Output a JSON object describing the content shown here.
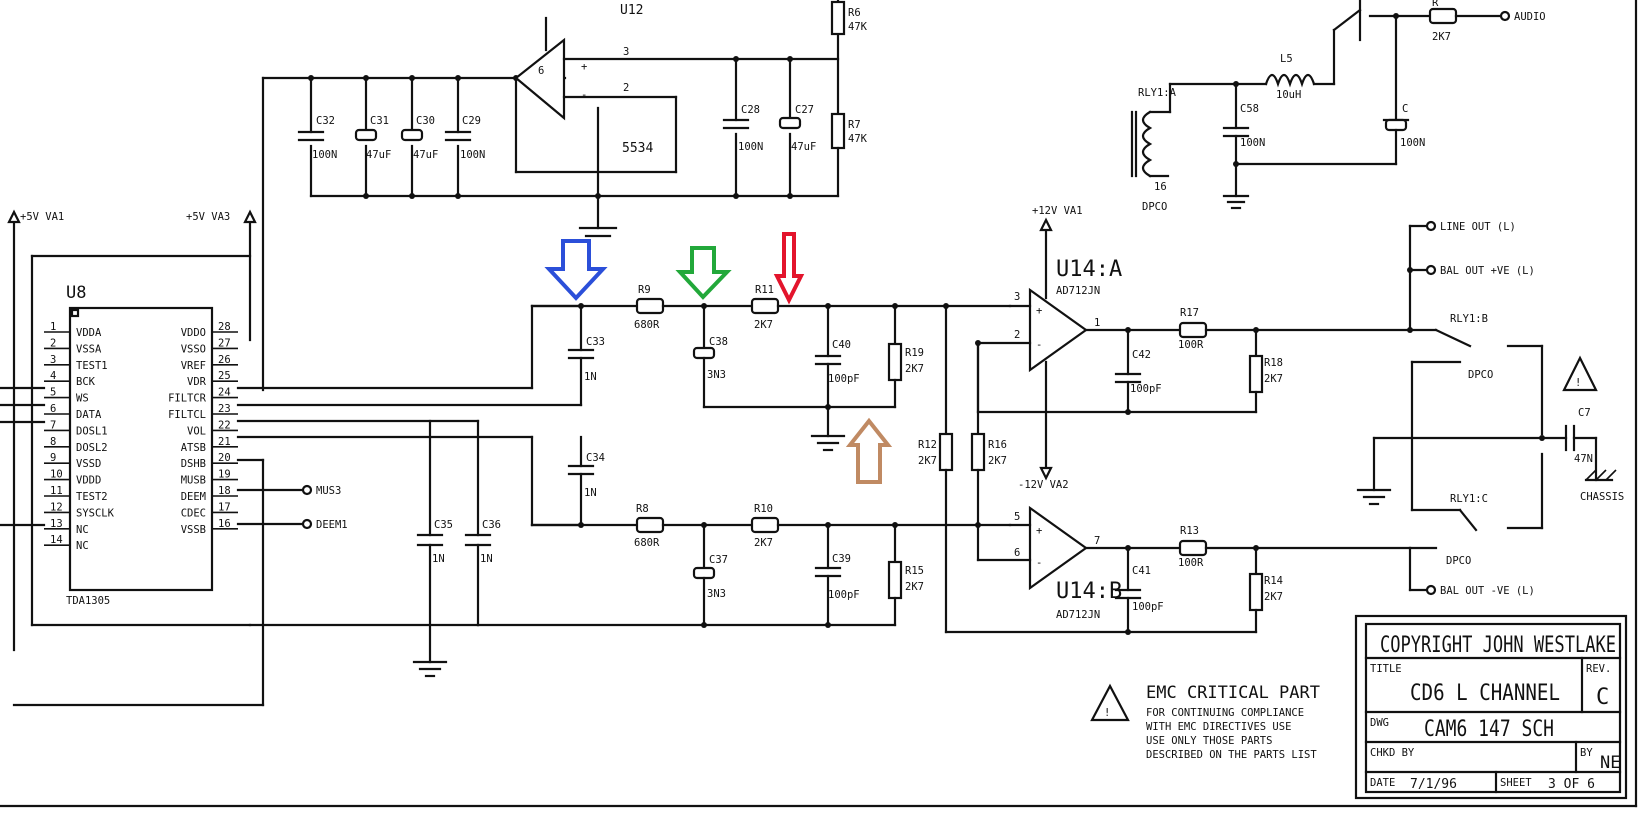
{
  "schematic": {
    "labels": {
      "pwr_5v_va1": "+5V VA1",
      "pwr_5v_va3": "+5V VA3",
      "pwr_12v_va1": "+12V VA1",
      "pwr_m12v_va2": "-12V VA2",
      "u8": "U8",
      "u8_part": "TDA1305",
      "u12": "U12",
      "u12_part": "5534",
      "u14a": "U14:A",
      "u14b": "U14:B",
      "u14_part": "AD712JN",
      "rly1a": "RLY1:A",
      "rly1b": "RLY1:B",
      "rly1c": "RLY1:C",
      "dpco": "DPCO",
      "l5": "L5",
      "l5_val": "10uH",
      "chassis": "CHASSIS",
      "c7_val": "47N",
      "mus3": "MUS3",
      "dem1": "DEEM1",
      "audio_out": "AUDIO",
      "line_out": "LINE OUT (L)",
      "bal_pos": "BAL OUT +VE (L)",
      "bal_neg": "BAL OUT -VE (L)",
      "emc_title": "EMC CRITICAL PART",
      "emc_line1": "FOR CONTINUING COMPLIANCE",
      "emc_line2": "WITH EMC DIRECTIVES USE",
      "emc_line3": "USE ONLY THOSE PARTS",
      "emc_line4": "DESCRIBED ON THE PARTS LIST"
    },
    "u8_pins_left": [
      "VDDA",
      "VSSA",
      "TEST1",
      "BCK",
      "WS",
      "DATA",
      "DOSL1",
      "DOSL2",
      "VSSD",
      "VDDD",
      "TEST2",
      "SYSCLK",
      "NC",
      "NC"
    ],
    "u8_pins_right": [
      "VDDO",
      "VSSO",
      "VREF",
      "VDR",
      "FILTCR",
      "FILTCL",
      "VOL",
      "ATSB",
      "DSHB",
      "MUSB",
      "DEEM",
      "CDEC",
      "VSSB"
    ],
    "u8_pin_nums_left": [
      "1",
      "2",
      "3",
      "4",
      "5",
      "6",
      "7",
      "8",
      "9",
      "10",
      "11",
      "12",
      "13",
      "14"
    ],
    "u8_pin_nums_right": [
      "28",
      "27",
      "26",
      "25",
      "24",
      "23",
      "22",
      "21",
      "20",
      "19",
      "18",
      "17",
      "16"
    ],
    "components": {
      "c32": "C32",
      "c32_val": "100N",
      "c31": "C31",
      "c31_val": "47uF",
      "c30": "C30",
      "c30_val": "47uF",
      "c29": "C29",
      "c29_val": "100N",
      "c28": "C28",
      "c28_val": "100N",
      "c27": "C27",
      "c27_val": "47uF",
      "r6": "R6",
      "r6_val": "47K",
      "r7": "R7",
      "r7_val": "47K",
      "c33": "C33",
      "c33_val": "1N",
      "c34": "C34",
      "c34_val": "1N",
      "c35": "C35",
      "c35_val": "1N",
      "c36": "C36",
      "c36_val": "1N",
      "r9": "R9",
      "r9_val": "680R",
      "r8": "R8",
      "r8_val": "680R",
      "c38": "C38",
      "c38_val": "3N3",
      "c37": "C37",
      "c37_val": "3N3",
      "r11": "R11",
      "r11_val": "2K7",
      "r10": "R10",
      "r10_val": "2K7",
      "c40": "C40",
      "c40_val": "100pF",
      "c39": "C39",
      "c39_val": "100pF",
      "r19": "R19",
      "r19_val": "2K7",
      "r15": "R15",
      "r15_val": "2K7",
      "r12": "R12",
      "r12_val": "2K7",
      "r16": "R16",
      "r16_val": "2K7",
      "r17": "R17",
      "r17_val": "100R",
      "r13": "R13",
      "r13_val": "100R",
      "c42": "C42",
      "c42_val": "100pF",
      "c41": "C41",
      "c41_val": "100pF",
      "r18": "R18",
      "r18_val": "2K7",
      "r14": "R14",
      "r14_val": "2K7",
      "c58": "C58",
      "c58_val": "100N",
      "c_top": "C",
      "c_top_val": "100N",
      "r_top": "R",
      "r_top_val": "2K7",
      "c7": "C7"
    },
    "title_block": {
      "copyright": "COPYRIGHT JOHN WESTLAKE",
      "title_label": "TITLE",
      "title": "CD6 L CHANNEL",
      "rev_label": "REV.",
      "rev": "C",
      "dwg_label": "DWG",
      "dwg": "CAM6 147 SCH",
      "chkd_label": "CHKD BY",
      "by_label": "BY",
      "by": "NE",
      "date_label": "DATE",
      "date": "7/1/96",
      "sheet_label": "SHEET",
      "sheet": "3 OF 6"
    }
  },
  "colors": {
    "arrow_blue": "#2b4fd9",
    "arrow_green": "#22a83a",
    "arrow_red": "#e3142c",
    "arrow_brown": "#c08a63",
    "ink": "#111111"
  }
}
